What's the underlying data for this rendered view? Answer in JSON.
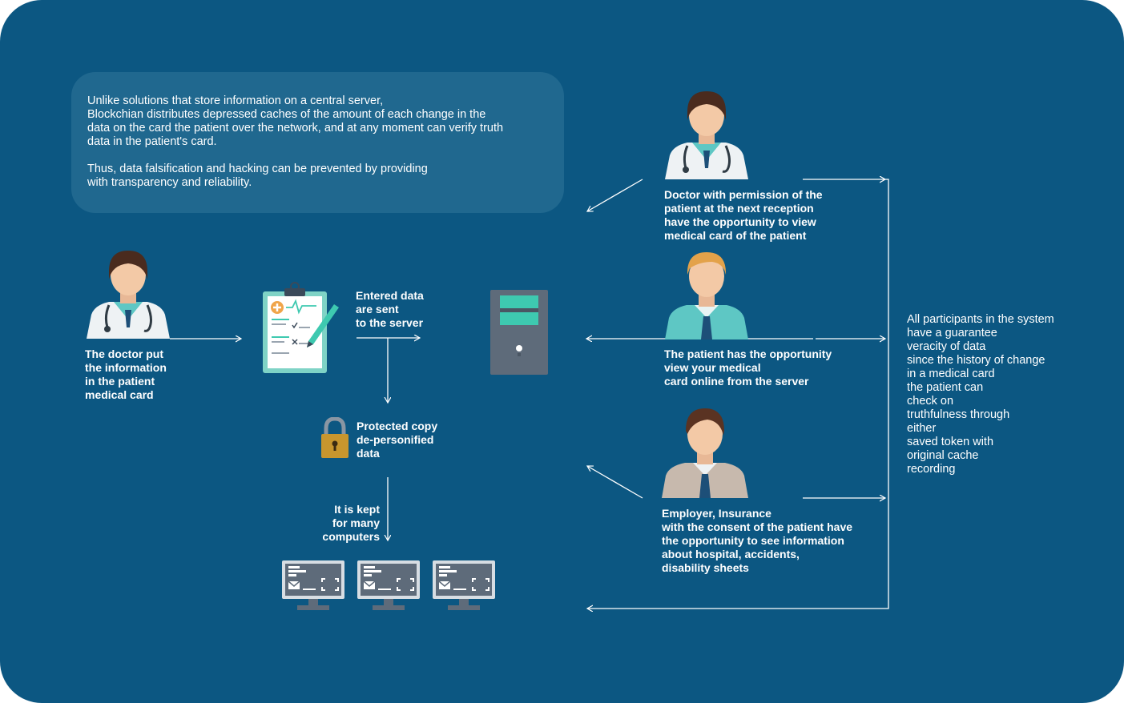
{
  "info": {
    "paragraph1": "Unlike solutions that store information on a central server,\nBlockchian distributes depressed caches of the amount of each change in the\ndata on the card the patient over the network, and at any moment can verify truth\ndata in the patient's card.",
    "paragraph2": "Thus, data falsification and hacking can be prevented by providing\nwith transparency and reliability."
  },
  "labels": {
    "doctor_put": "The doctor put\nthe information\nin the patient\nmedical card",
    "entered_data": "Entered data\nare sent\nto the server",
    "protected_copy": "Protected copy\nde-personified\ndata",
    "kept": "It is kept\nfor many\ncomputers",
    "doctor_permission": "Doctor with permission of the\npatient at the next reception\nhave the opportunity to view\nmedical card of the patient",
    "patient_view": "The patient has the opportunity\nview your medical\ncard online from the server",
    "employer": "Employer, Insurance\nwith the consent of the patient have\nthe opportunity to see information\nabout hospital, accidents,\ndisability sheets",
    "participants": "All participants in the system\nhave a guarantee\nveracity of data\nsince the history of change\nin a medical card\nthe patient can\ncheck on\ntruthfulness through\neither\nsaved token with\noriginal cache\nrecording"
  },
  "icons": {
    "doctor_left": "doctor-icon",
    "clipboard": "medical-clipboard-icon",
    "server": "server-icon",
    "lock": "padlock-icon",
    "computers": "computer-monitor-icon",
    "doctor_right": "doctor-icon",
    "patient": "patient-icon",
    "employer": "businessman-icon"
  },
  "colors": {
    "background": "#0c5782",
    "info_box": "#20688f",
    "text": "#ffffff",
    "accent_teal": "#3ec9b0",
    "lock_gold": "#c8962e",
    "device_gray": "#5e6b7a"
  }
}
